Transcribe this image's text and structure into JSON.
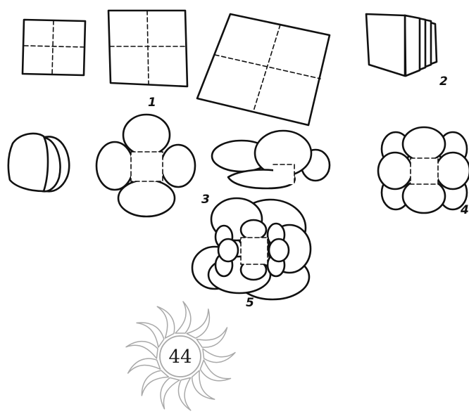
{
  "steps": {
    "step1": "1",
    "step2": "2",
    "step3": "3",
    "step4": "4",
    "step5": "5"
  },
  "page_number": "44",
  "colors": {
    "ink": "#111111",
    "sun_outline": "#a9a9a9",
    "background": "#ffffff"
  }
}
